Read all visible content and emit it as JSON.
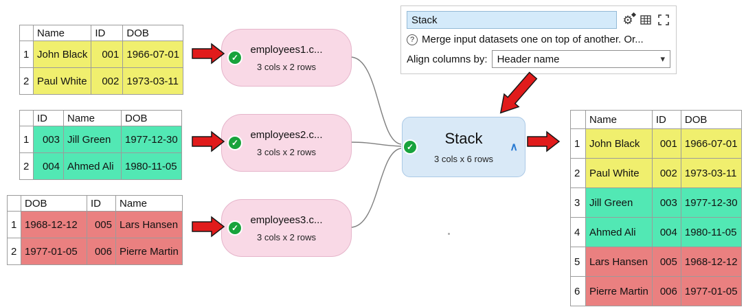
{
  "panel": {
    "name_value": "Stack",
    "help_text": "Merge input datasets one on top of another. Or...",
    "align_label": "Align columns by:",
    "align_value": "Header name"
  },
  "icons": {
    "gear_glyph": "⚙",
    "help_glyph": "?",
    "check_glyph": "✓",
    "caret_glyph": "∧",
    "chevron_glyph": "▾"
  },
  "nodes": {
    "employees1": {
      "title": "employees1.c...",
      "subtitle": "3 cols x 2 rows"
    },
    "employees2": {
      "title": "employees2.c...",
      "subtitle": "3 cols x 2 rows"
    },
    "employees3": {
      "title": "employees3.c...",
      "subtitle": "3 cols x 2 rows"
    },
    "stack": {
      "title": "Stack",
      "subtitle": "3 cols x 6 rows"
    }
  },
  "tables": {
    "input1": {
      "headers": [
        "Name",
        "ID",
        "DOB"
      ],
      "rows": [
        [
          "1",
          "John Black",
          "001",
          "1966-07-01"
        ],
        [
          "2",
          "Paul White",
          "002",
          "1973-03-11"
        ]
      ]
    },
    "input2": {
      "headers": [
        "ID",
        "Name",
        "DOB"
      ],
      "rows": [
        [
          "1",
          "003",
          "Jill Green",
          "1977-12-30"
        ],
        [
          "2",
          "004",
          "Ahmed Ali",
          "1980-11-05"
        ]
      ]
    },
    "input3": {
      "headers": [
        "DOB",
        "ID",
        "Name"
      ],
      "rows": [
        [
          "1",
          "1968-12-12",
          "005",
          "Lars Hansen"
        ],
        [
          "2",
          "1977-01-05",
          "006",
          "Pierre Martin"
        ]
      ]
    },
    "output": {
      "headers": [
        "Name",
        "ID",
        "DOB"
      ],
      "rows": [
        [
          "1",
          "John Black",
          "001",
          "1966-07-01"
        ],
        [
          "2",
          "Paul White",
          "002",
          "1973-03-11"
        ],
        [
          "3",
          "Jill Green",
          "003",
          "1977-12-30"
        ],
        [
          "4",
          "Ahmed Ali",
          "004",
          "1980-11-05"
        ],
        [
          "5",
          "Lars Hansen",
          "005",
          "1968-12-12"
        ],
        [
          "6",
          "Pierre Martin",
          "006",
          "1977-01-05"
        ]
      ]
    }
  },
  "colors": {
    "yellow_rows": "#f0ef6e",
    "green_rows": "#52e8b4",
    "red_rows": "#ea8080",
    "input_node_fill": "#f9d9e6",
    "stack_node_fill": "#d9e9f7",
    "arrow_red": "#e11b1b",
    "status_green": "#18a33c",
    "caret_blue": "#2b7cd3",
    "name_field_fill": "#d4eafa"
  }
}
